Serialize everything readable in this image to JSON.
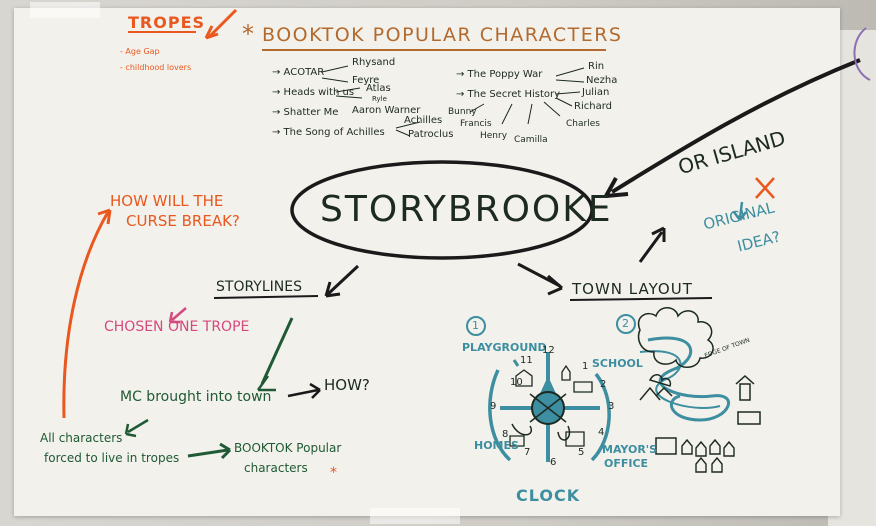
{
  "tropes": {
    "title": "TROPES",
    "items": [
      "- Age Gap",
      "- childhood lovers"
    ]
  },
  "booktok": {
    "title": "BOOKTOK POPULAR CHARACTERS",
    "left": [
      {
        "book": "→ ACOTAR",
        "chars": [
          "Rhysand",
          "Feyre"
        ]
      },
      {
        "book": "→ Heads with us",
        "chars": [
          "Atlas",
          "Ryle"
        ]
      },
      {
        "book": "→ Shatter Me",
        "chars": [
          "Aaron Warner"
        ]
      },
      {
        "book": "→ The Song of Achilles",
        "chars": [
          "Achilles",
          "Patroclus"
        ]
      }
    ],
    "right": [
      {
        "book": "→ The Poppy War",
        "chars": [
          "Rin",
          "Nezha"
        ]
      },
      {
        "book": "→ The Secret History",
        "chars": [
          "Julian",
          "Richard",
          "Bunny",
          "Francis",
          "Henry",
          "Camilla",
          "Charles"
        ]
      }
    ]
  },
  "center": {
    "title": "STORYBROOKE"
  },
  "curse": [
    "HOW WILL THE",
    "CURSE BREAK?"
  ],
  "island": {
    "text": "OR ISLAND",
    "idea": [
      "ORIGINAL",
      "IDEA?"
    ]
  },
  "storylines": {
    "title": "STORYLINES",
    "chosen": "CHOSEN ONE TROPE",
    "mc": "MC brought into town",
    "how": "HOW?",
    "all_chars": [
      "All characters",
      "forced to live in tropes"
    ],
    "booktok_chars": [
      "BOOKTOK Popular",
      "characters"
    ]
  },
  "town": {
    "title": "TOWN LAYOUT",
    "num1": "1",
    "num2": "2",
    "playground": "PLAYGROUND",
    "school": "SCHOOL",
    "homes": "HOMES",
    "mayor": [
      "MAYOR'S",
      "OFFICE"
    ],
    "clock": "CLOCK",
    "edge": "EDGE OF TOWN",
    "numbers": [
      "12",
      "11",
      "10",
      "9",
      "8",
      "7",
      "6",
      "5",
      "4",
      "3",
      "2",
      "1"
    ]
  },
  "colors": {
    "orange": "#e9581f",
    "brown": "#b36a2e",
    "green": "#1f5a34",
    "pink": "#d4497e",
    "teal": "#3c8ea0",
    "ink": "#1c2a22"
  }
}
